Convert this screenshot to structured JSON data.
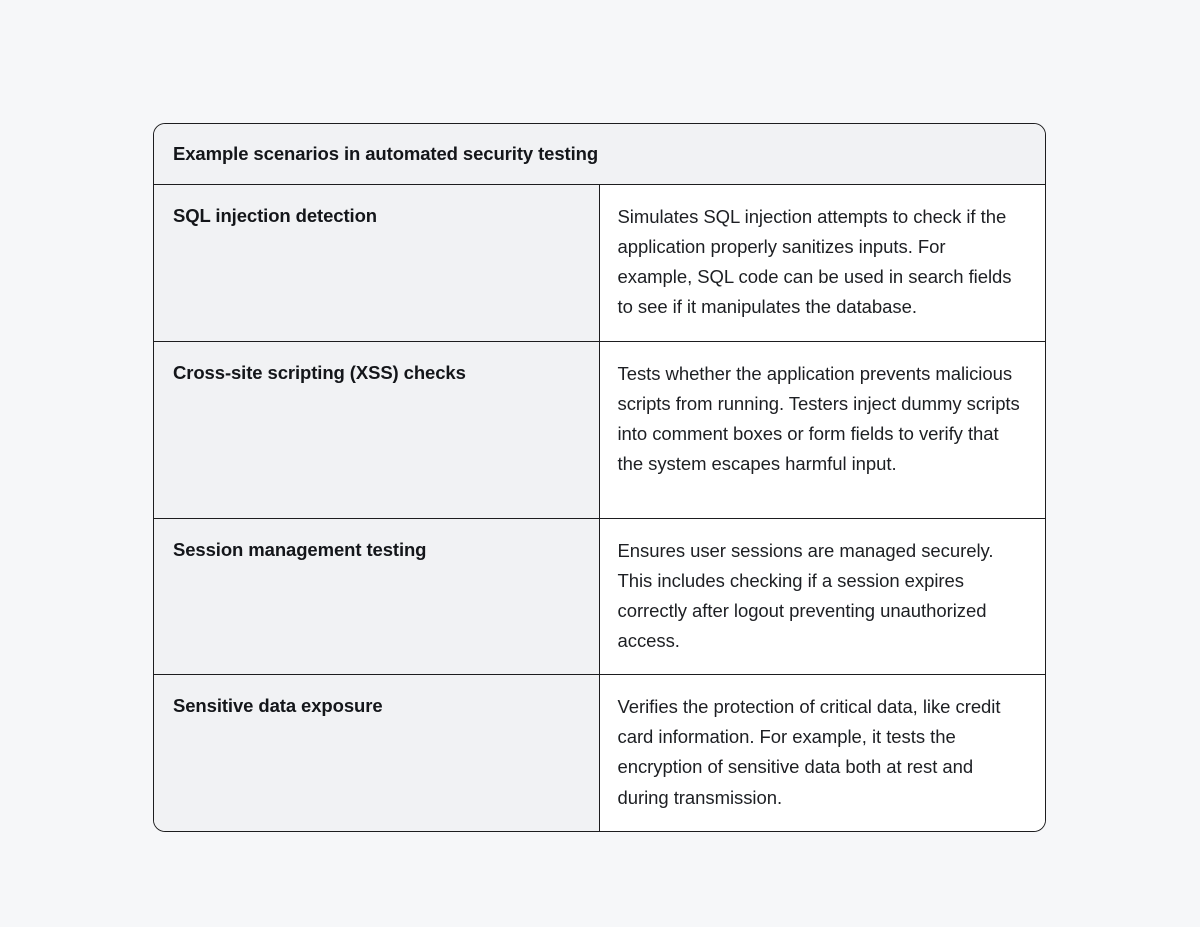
{
  "page": {
    "background_color": "#f6f7f9"
  },
  "table": {
    "title": "Example scenarios in automated security testing",
    "border_color": "#1d1d1f",
    "header_background": "#f1f2f4",
    "name_column_background": "#f1f2f4",
    "description_column_background": "#ffffff",
    "text_color": "#14161a",
    "rows": [
      {
        "name": "SQL injection detection",
        "description": "Simulates SQL injection attempts to check if the application properly sanitizes inputs. For example, SQL code can be used in search fields to see if it manipulates the database."
      },
      {
        "name": "Cross-site scripting (XSS) checks",
        "description": "Tests whether the application prevents malicious scripts from running. Testers inject dummy scripts into comment boxes or form fields to verify that the system escapes harmful input."
      },
      {
        "name": "Session management testing",
        "description": "Ensures user sessions are managed securely. This includes checking if a session expires correctly after logout preventing unauthorized access."
      },
      {
        "name": "Sensitive data exposure",
        "description": "Verifies the protection of critical data, like credit card information. For example, it tests the encryption of sensitive data both at rest and during transmission."
      }
    ]
  }
}
